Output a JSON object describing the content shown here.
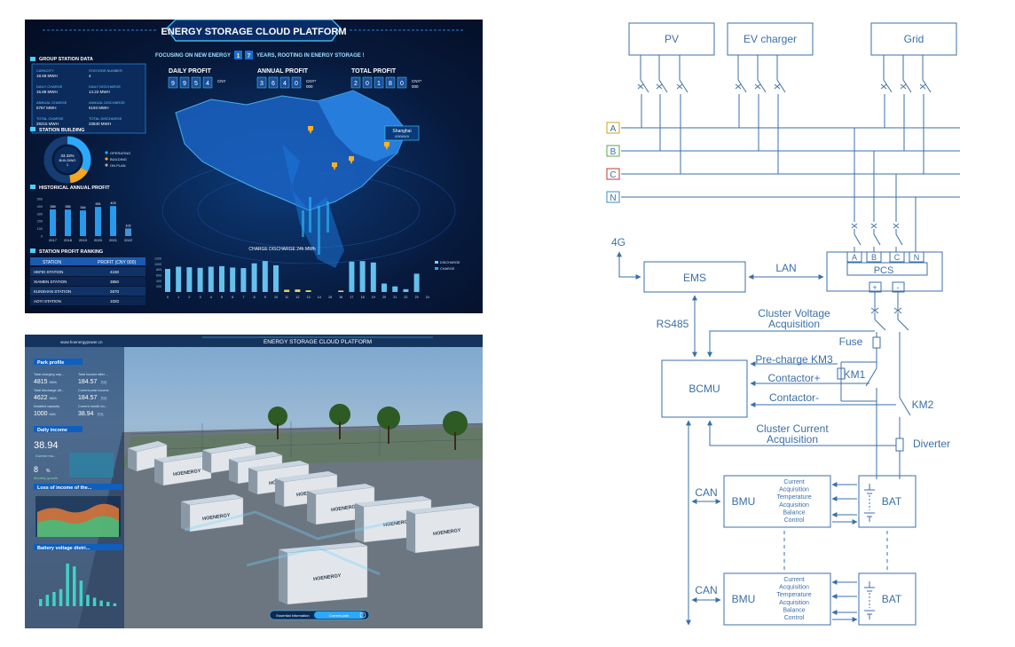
{
  "dashboard1": {
    "title": "ENERGY STORAGE CLOUD PLATFORM",
    "slogan": "FOCUSING ON NEW ENERGY 1 7 YEARS, ROOTING IN ENERGY STORAGE !",
    "slogan_parts": {
      "pre": "FOCUSING ON NEW ENERGY",
      "d1": "1",
      "d2": "7",
      "post": "YEARS,  ROOTING IN ENERGY STORAGE !"
    },
    "group_station_data": {
      "heading": "GROUP STATION DATA",
      "rows": [
        {
          "l1": "CAPACITY",
          "v1": "18.68 MWH",
          "l2": "STATIONS NUMBER",
          "v2": "4"
        },
        {
          "l1": "DAILY CHARGE",
          "v1": "15.88 MWH",
          "l2": "DAILY DISCHARGE",
          "v2": "14.22 MWH"
        },
        {
          "l1": "ANNUAL CHARGE",
          "v1": "5767 MWH",
          "l2": "ANNUAL DISCHARGE",
          "v2": "5193 MWH"
        },
        {
          "l1": "TOTAL CHARGE",
          "v1": "29215 MWH",
          "l2": "TOTAL DISCHARGE",
          "v2": "23840 MWH"
        }
      ]
    },
    "profit": [
      {
        "label": "DAILY PROFIT",
        "digits": [
          "9",
          "9",
          "5",
          "4"
        ],
        "unit": "CNY"
      },
      {
        "label": "ANNUAL PROFIT",
        "digits": [
          "3",
          "6",
          "4",
          "0"
        ],
        "unit": "CNY* 000"
      },
      {
        "label": "TOTAL PROFIT",
        "digits": [
          "2",
          "0",
          "1",
          "8",
          "0"
        ],
        "unit": "CNY* 000"
      }
    ],
    "station_building": {
      "heading": "STATION BUILDING",
      "donut_value": "33.33%",
      "donut_label": "BUILDING",
      "donut_count": "1",
      "legend": [
        "OPERATING",
        "BUILDING",
        "ON PLAN"
      ]
    },
    "historical_annual_profit": {
      "heading": "HISTORICAL ANNUAL PROFIT",
      "yticks": [
        "500",
        "400",
        "300",
        "200",
        "100",
        "0"
      ],
      "years": [
        "2017",
        "2018",
        "2019",
        "2020",
        "2021",
        "2022"
      ],
      "values": [
        358,
        356,
        344,
        391,
        403,
        102
      ]
    },
    "station_profit_ranking": {
      "heading": "STATION PROFIT RANKING",
      "col1": "STATION",
      "col2": "PROFIT (CNY 000)",
      "rows": [
        {
          "station": "HEFEI STATION",
          "profit": "4150"
        },
        {
          "station": "XIAMEN STATION",
          "profit": "3850"
        },
        {
          "station": "KUNSHAN STATION",
          "profit": "2670"
        },
        {
          "station": "AOYI STATION",
          "profit": "1020"
        }
      ]
    },
    "map_label": {
      "city": "Shanghai",
      "sub": "4090MWH"
    },
    "charge_chart": {
      "title": "CHARGE  DISCHARGE  24h  MWh",
      "yticks": [
        "1200",
        "1000",
        "800",
        "600",
        "400",
        "200"
      ],
      "hours": [
        "0",
        "1",
        "2",
        "3",
        "4",
        "5",
        "6",
        "7",
        "8",
        "9",
        "10",
        "11",
        "12",
        "13",
        "14",
        "15",
        "16",
        "17",
        "18",
        "19",
        "20",
        "21",
        "22",
        "23",
        "24"
      ],
      "values": [
        820,
        900,
        880,
        860,
        900,
        920,
        870,
        850,
        1020,
        1100,
        950,
        80,
        90,
        60,
        0,
        0,
        50,
        1080,
        1100,
        1050,
        300,
        200,
        100,
        650,
        0
      ],
      "legend": [
        "DISCHARGE",
        "CHARGE"
      ]
    }
  },
  "dashboard2": {
    "url": "www.hoenergypower.cn",
    "title": "ENERGY STORAGE CLOUD PLATFORM",
    "park_profile": {
      "heading": "Park profile",
      "items": [
        {
          "label": "Total charging cap...",
          "value": "4815",
          "unit": "MWh"
        },
        {
          "label": "Total income after ...",
          "value": "184.57",
          "unit": "万元"
        },
        {
          "label": "Total discharge aft...",
          "value": "4622",
          "unit": "MWh"
        },
        {
          "label": "Current-year income",
          "value": "184.57",
          "unit": "万元"
        },
        {
          "label": "Installed capacity",
          "value": "1000",
          "unit": "kWh"
        },
        {
          "label": "Current month inc...",
          "value": "38.94",
          "unit": "万元"
        }
      ]
    },
    "daily_income": {
      "heading": "Daily income",
      "value": "38.94",
      "current": "Current mo...",
      "growth": "8",
      "growth_unit": "%",
      "growth_label": "Monthly growth"
    },
    "loss_income": {
      "heading": "Loss of income of the..."
    },
    "battery_voltage": {
      "heading": "Battery voltage distri...",
      "values": [
        5,
        8,
        10,
        12,
        30,
        28,
        18,
        8,
        6,
        4,
        3,
        2
      ]
    },
    "container_brand": "HOENERGY",
    "tabs": [
      "Essential information",
      "Current path"
    ]
  },
  "circuit": {
    "sources": [
      "PV",
      "EV charger",
      "Grid"
    ],
    "buses": [
      "A",
      "B",
      "C",
      "N"
    ],
    "bus_colors": [
      "#c9a227",
      "#5aa84a",
      "#c0392b",
      "#3a8dc5"
    ],
    "pcs_phases": [
      "A",
      "B",
      "C",
      "N"
    ],
    "pcs": "PCS",
    "pcs_plus": "+",
    "pcs_minus": "-",
    "ems": "EMS",
    "lan": "LAN",
    "g4": "4G",
    "rs485": "RS485",
    "bcmu": "BCMU",
    "cluster_voltage": [
      "Cluster Voltage",
      "Acquisition"
    ],
    "fuse": "Fuse",
    "precharge": "Pre-charge KM3",
    "km1": "KM1",
    "contactor_plus": "Contactor+",
    "contactor_minus": "Contactor-",
    "km2": "KM2",
    "cluster_current": [
      "Cluster Current",
      "Acquisition"
    ],
    "diverter": "Diverter",
    "can": "CAN",
    "bmu": "BMU",
    "bmu_functions": [
      "Current",
      "Acquisition",
      "Temperature",
      "Acquisition",
      "Balance",
      "Control"
    ],
    "bat": "BAT"
  },
  "colors": {
    "line": "#3b6fa8",
    "text": "#3b6fa8",
    "panel_cyan": "#49d1ff",
    "bar": "#2ba8ff"
  }
}
